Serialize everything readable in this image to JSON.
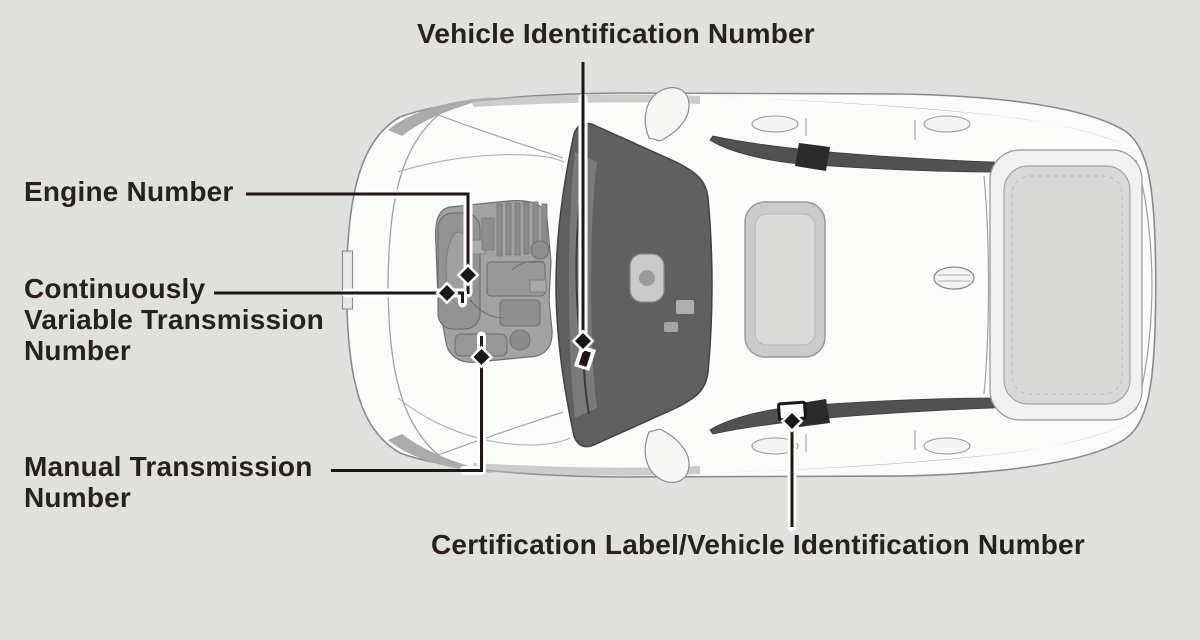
{
  "figure": {
    "type": "vehicle-identification-locations-diagram",
    "colors": {
      "background": "#e0e1df",
      "text": "#2a211e",
      "leader_line": "#1f1713",
      "marker_casing": "#ffffff"
    },
    "labels": {
      "vin": "Vehicle Identification Number",
      "engine": "Engine Number",
      "cvt": "Continuously\nVariable Transmission\nNumber",
      "mt": "Manual Transmission\nNumber",
      "cert": "Certification Label/Vehicle Identification Number"
    }
  }
}
